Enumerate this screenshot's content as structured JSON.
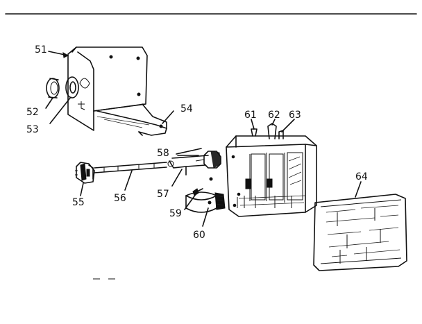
{
  "callouts": {
    "c51": "51",
    "c52": "52",
    "c53": "53",
    "c54": "54",
    "c55": "55",
    "c56": "56",
    "c57": "57",
    "c58": "58",
    "c59": "59",
    "c60": "60",
    "c61": "61",
    "c62": "62",
    "c63": "63",
    "c64": "64"
  }
}
